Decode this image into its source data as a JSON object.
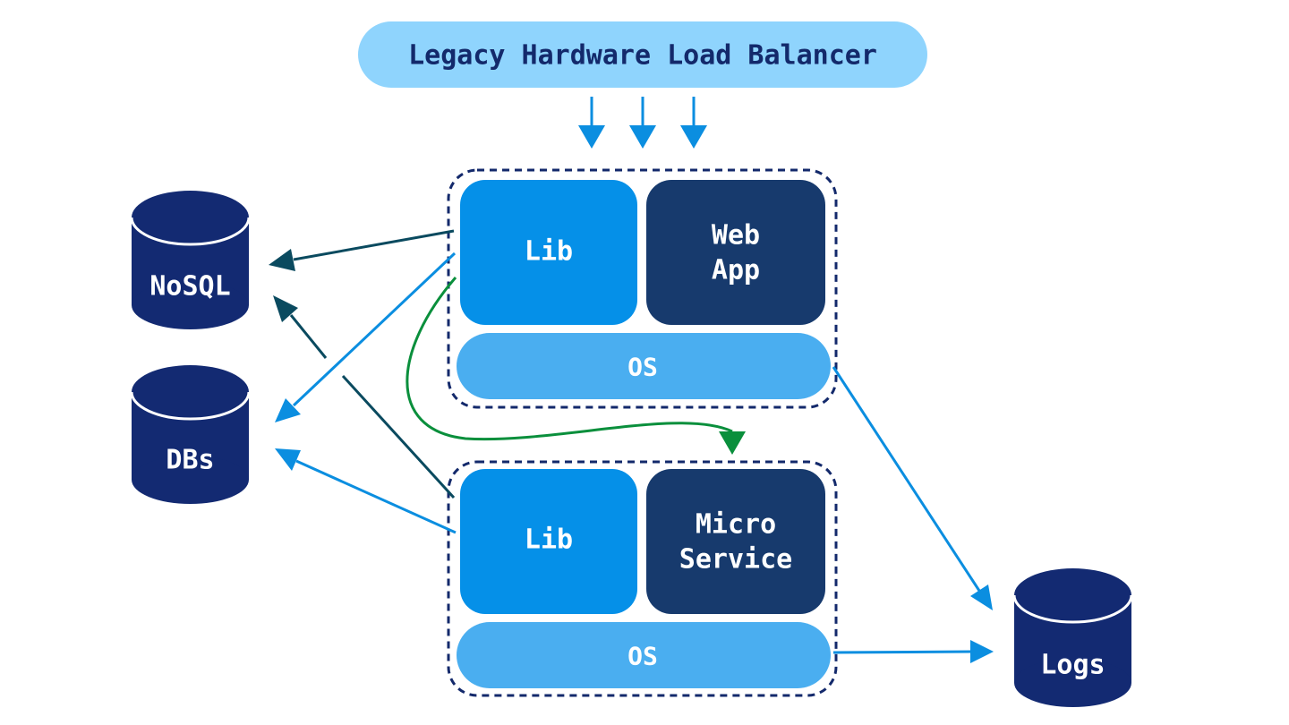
{
  "load_balancer": {
    "label": "Legacy Hardware Load Balancer"
  },
  "server_1": {
    "lib_label": "Lib",
    "app_label_line1": "Web",
    "app_label_line2": "App",
    "os_label": "OS"
  },
  "server_2": {
    "lib_label": "Lib",
    "app_label_line1": "Micro",
    "app_label_line2": "Service",
    "os_label": "OS"
  },
  "datastores": {
    "nosql_label": "NoSQL",
    "dbs_label": "DBs",
    "logs_label": "Logs"
  },
  "colors": {
    "lb_fill": "#8fd4fd",
    "lb_text": "#13296b",
    "lib_fill": "#0590e8",
    "app_fill": "#173a6d",
    "os_fill": "#4aaef0",
    "db_fill": "#132a72",
    "arrow_blue": "#0b8ee0",
    "arrow_teal": "#0a4a5f",
    "arrow_green": "#0a8f3c",
    "dashed_border": "#13296b"
  }
}
